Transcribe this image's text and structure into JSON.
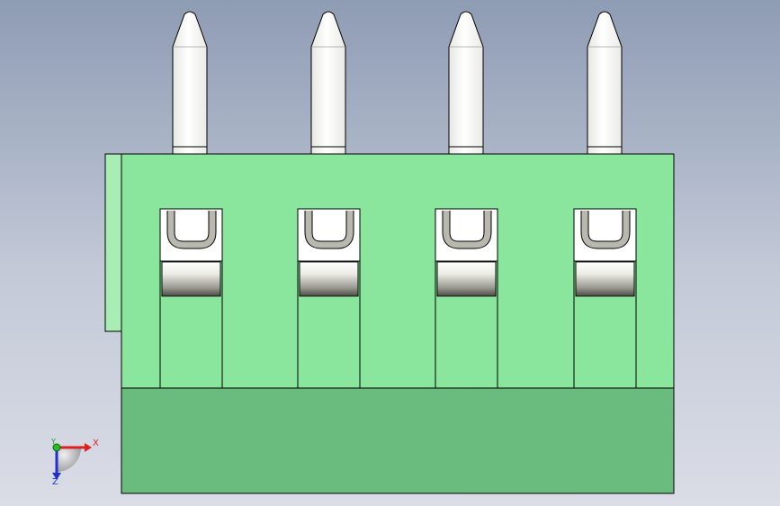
{
  "viewport": {
    "background_top": "#8e9cb4",
    "background_bottom": "#dadde6"
  },
  "model": {
    "type": "terminal-block-connector",
    "pin_count": 4,
    "colors": {
      "body": "#8ae69c",
      "base": "#6abb7e",
      "side_tab": "#a8eeb4",
      "pin": "#ffffff",
      "outline": "#000000"
    }
  },
  "triad": {
    "x_label": "X",
    "y_label": "Y",
    "z_label": "Z",
    "x_color": "#e02020",
    "y_color": "#20a020",
    "z_color": "#2030d0"
  }
}
